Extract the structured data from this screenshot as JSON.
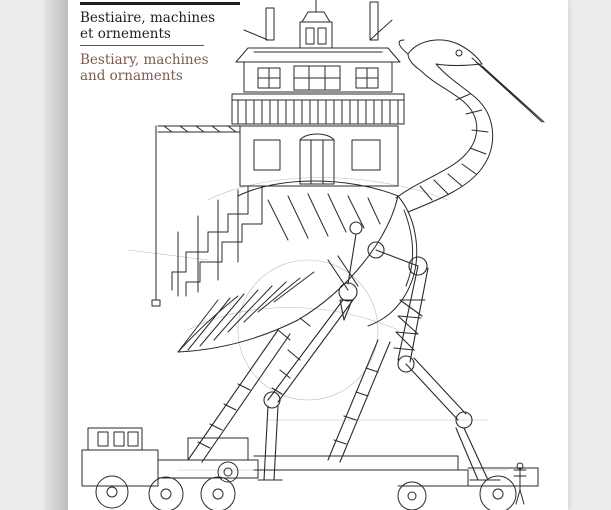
{
  "cover": {
    "title_fr": "Bestiaire, machines\net ornements",
    "title_en": "Bestiary, machines\nand ornaments"
  },
  "colors": {
    "background": "#ececec",
    "page": "#ffffff",
    "ink": "#2a2a2a",
    "title_fr": "#1e1e1e",
    "title_en": "#7d5a4c"
  },
  "illustration": {
    "subject": "heron-machine-with-house-on-back"
  }
}
